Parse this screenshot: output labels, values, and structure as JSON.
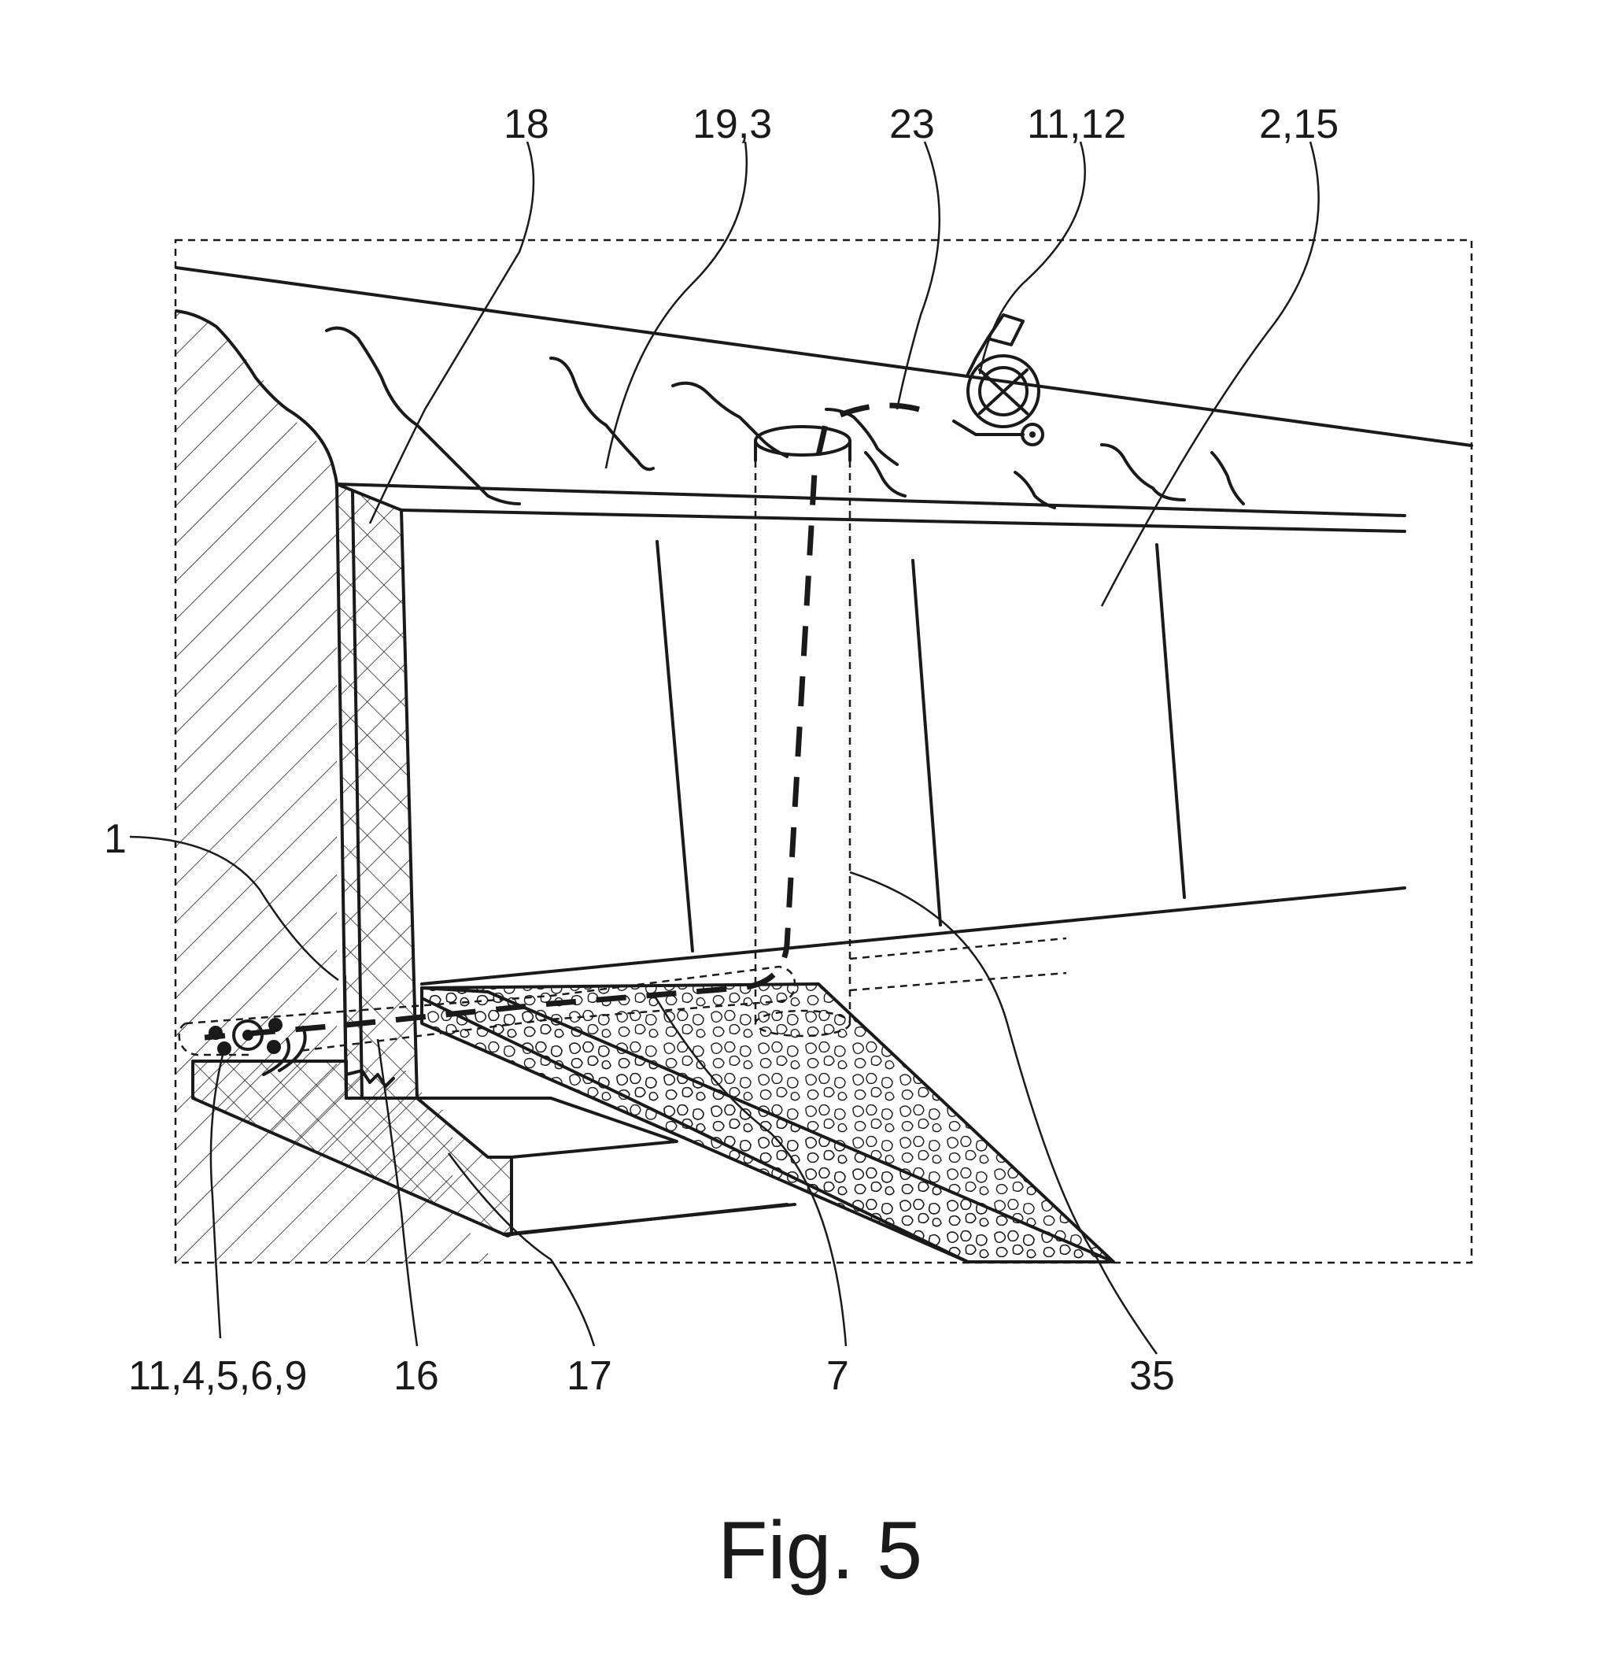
{
  "figure": {
    "caption": "Fig. 5",
    "reference_labels": {
      "r18": "18",
      "r19_3": "19,3",
      "r23": "23",
      "r11_12": "11,12",
      "r2_15": "2,15",
      "r1": "1",
      "r11_4_5_6_9": "11,4,5,6,9",
      "r16": "16",
      "r17": "17",
      "r7": "7",
      "r35": "35"
    }
  }
}
